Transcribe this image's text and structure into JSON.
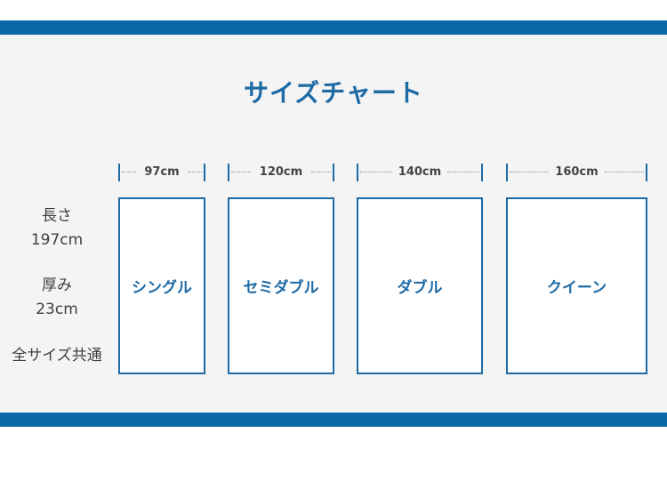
{
  "title": "サイズチャート",
  "left_labels": {
    "length_label": "長さ",
    "length_value": "197cm",
    "thickness_label": "厚み",
    "thickness_value": "23cm",
    "common_note": "全サイズ共通"
  },
  "sizes": [
    {
      "name": "シングル",
      "width": "97cm"
    },
    {
      "name": "セミダブル",
      "width": "120cm"
    },
    {
      "name": "ダブル",
      "width": "140cm"
    },
    {
      "name": "クイーン",
      "width": "160cm"
    }
  ],
  "colors": {
    "stripe": "#0a68a8",
    "accent": "#1d6aa5",
    "panel_background": "#f4f4f4",
    "text": "#3f3f3f"
  }
}
